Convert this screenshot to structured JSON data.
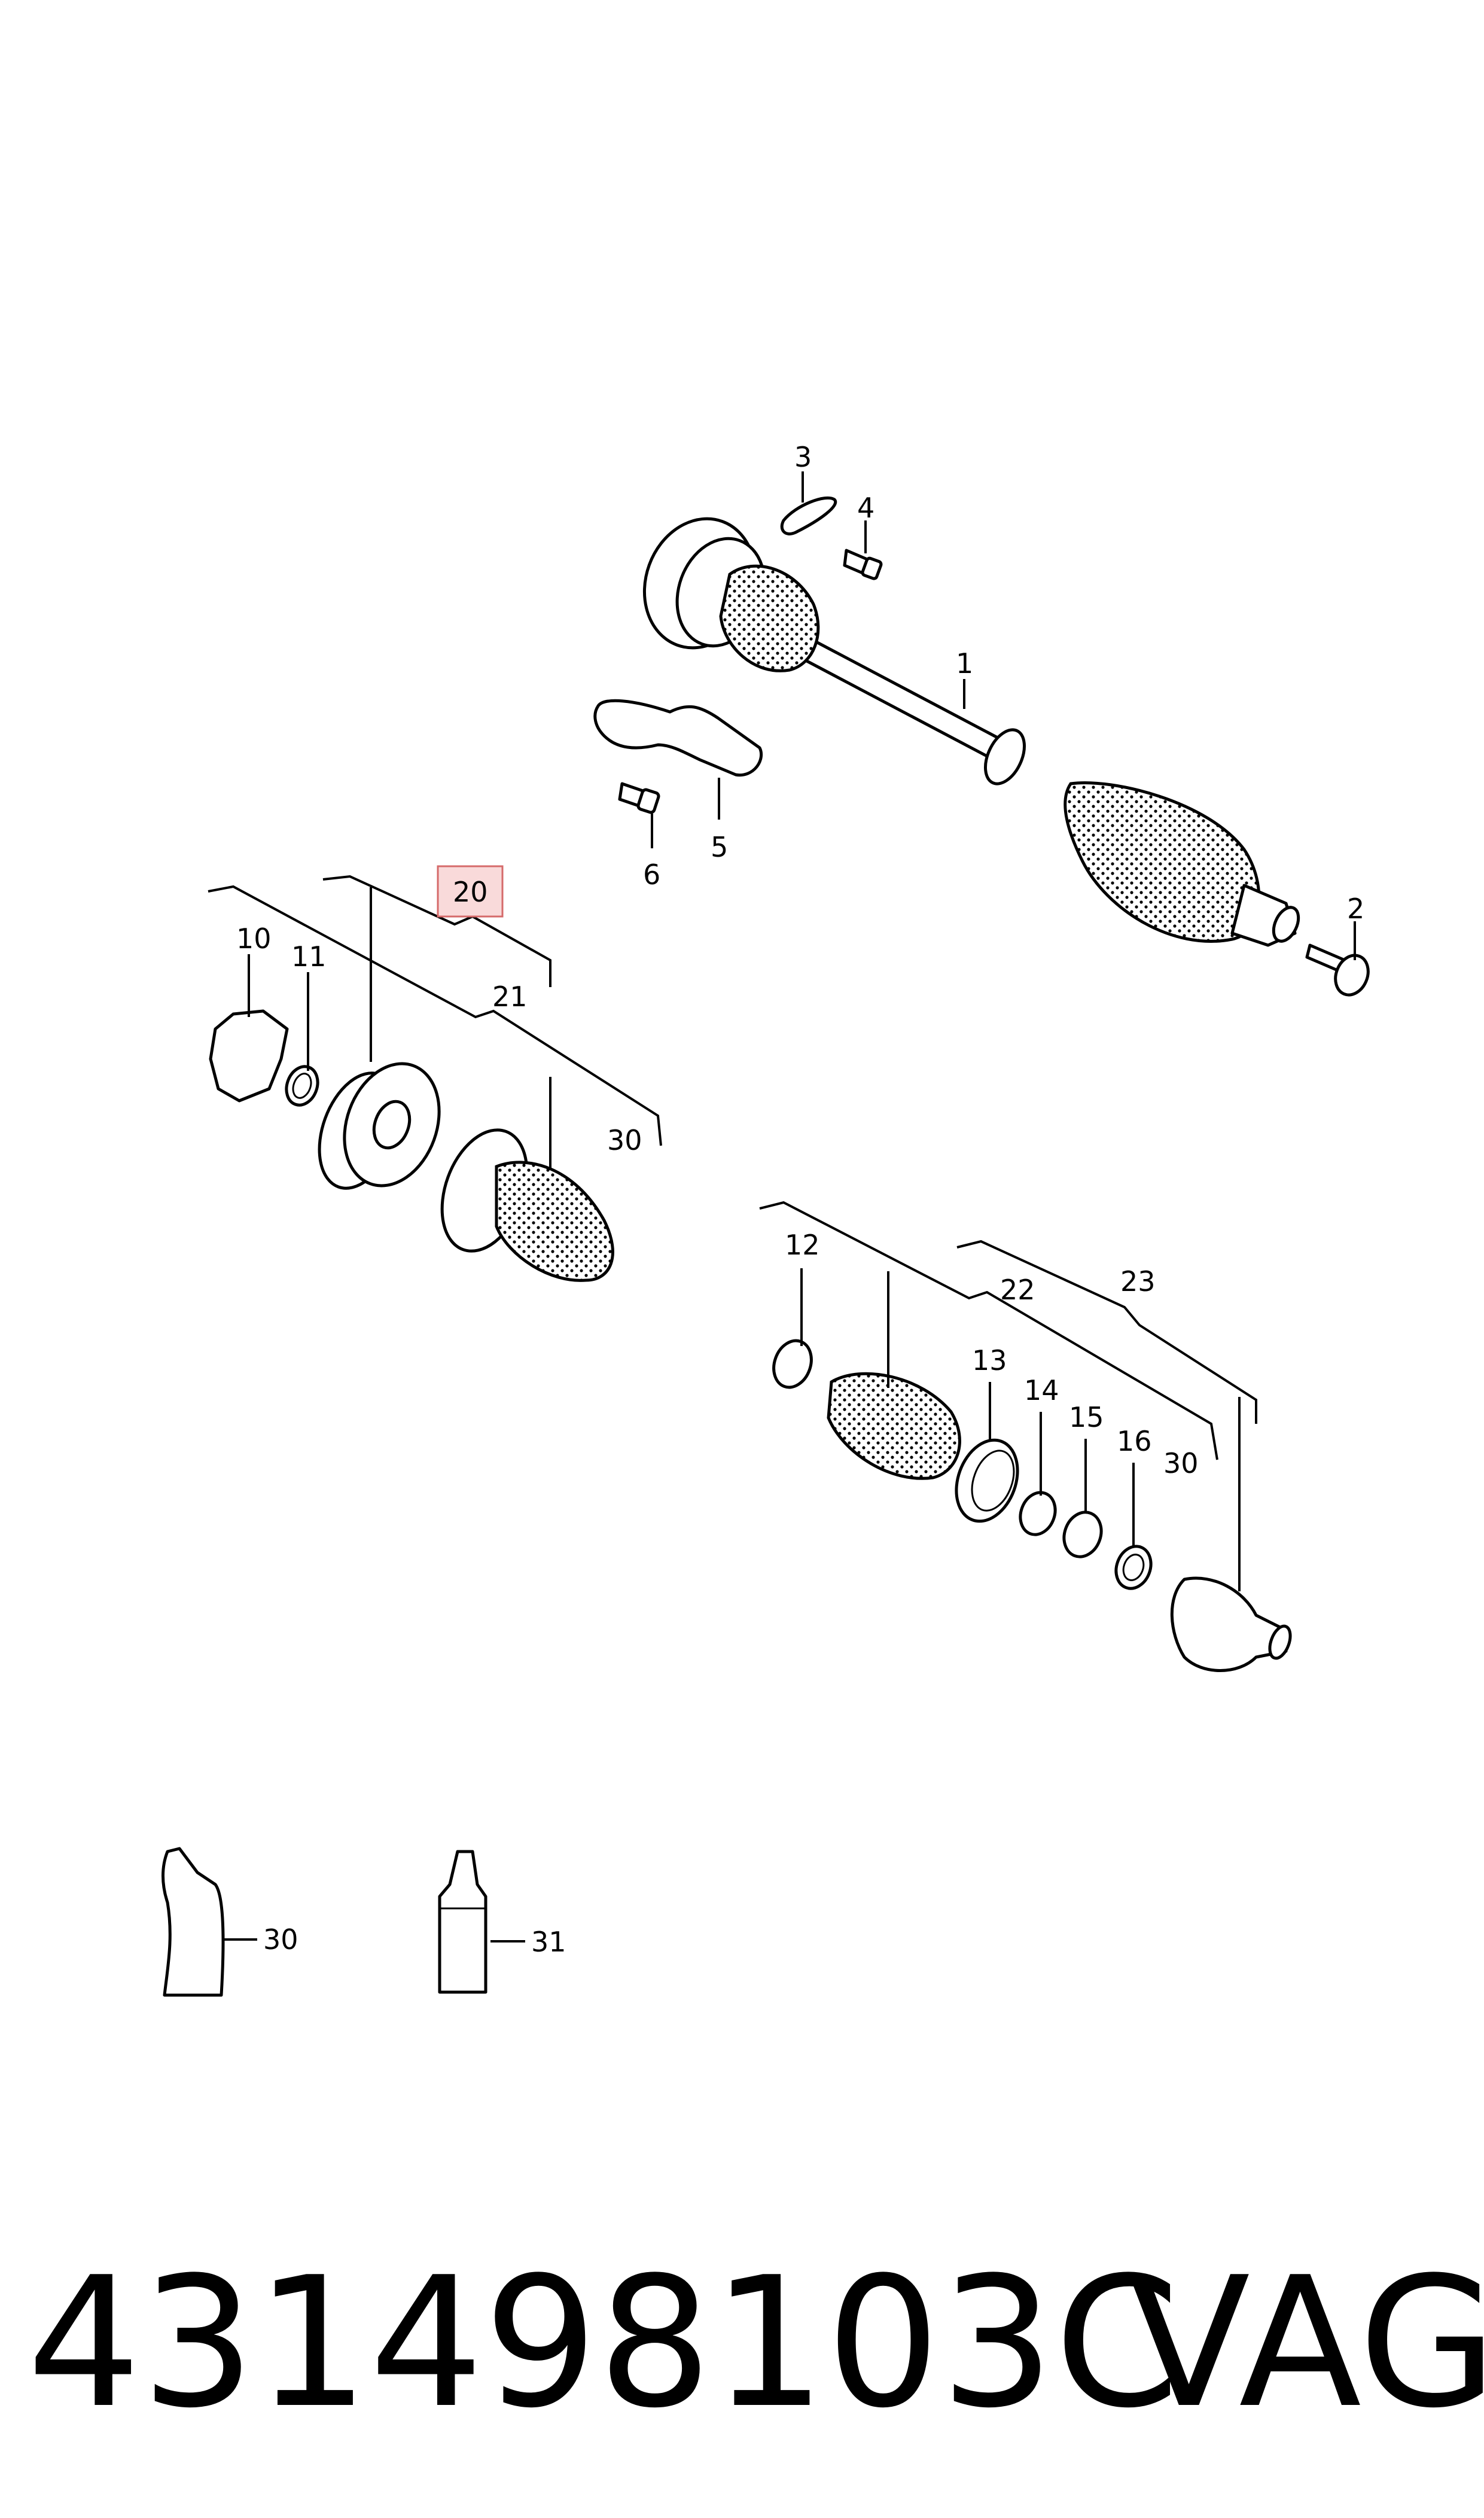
{
  "callouts": {
    "c1": "1",
    "c2": "2",
    "c3": "3",
    "c4": "4",
    "c5": "5",
    "c6": "6",
    "c10": "10",
    "c11": "11",
    "c12": "12",
    "c13": "13",
    "c14": "14",
    "c15": "15",
    "c16": "16",
    "c20": "20",
    "c21": "21",
    "c22": "22",
    "c23": "23",
    "c30a": "30",
    "c30b": "30",
    "c30c": "30",
    "c31": "31"
  },
  "highlighted_callout": "20",
  "footer": {
    "part_number": "431498103C",
    "brand": "VAG"
  },
  "colors": {
    "highlight_fill": "#f9dada",
    "highlight_stroke": "#d56a6a",
    "line": "#000000"
  }
}
